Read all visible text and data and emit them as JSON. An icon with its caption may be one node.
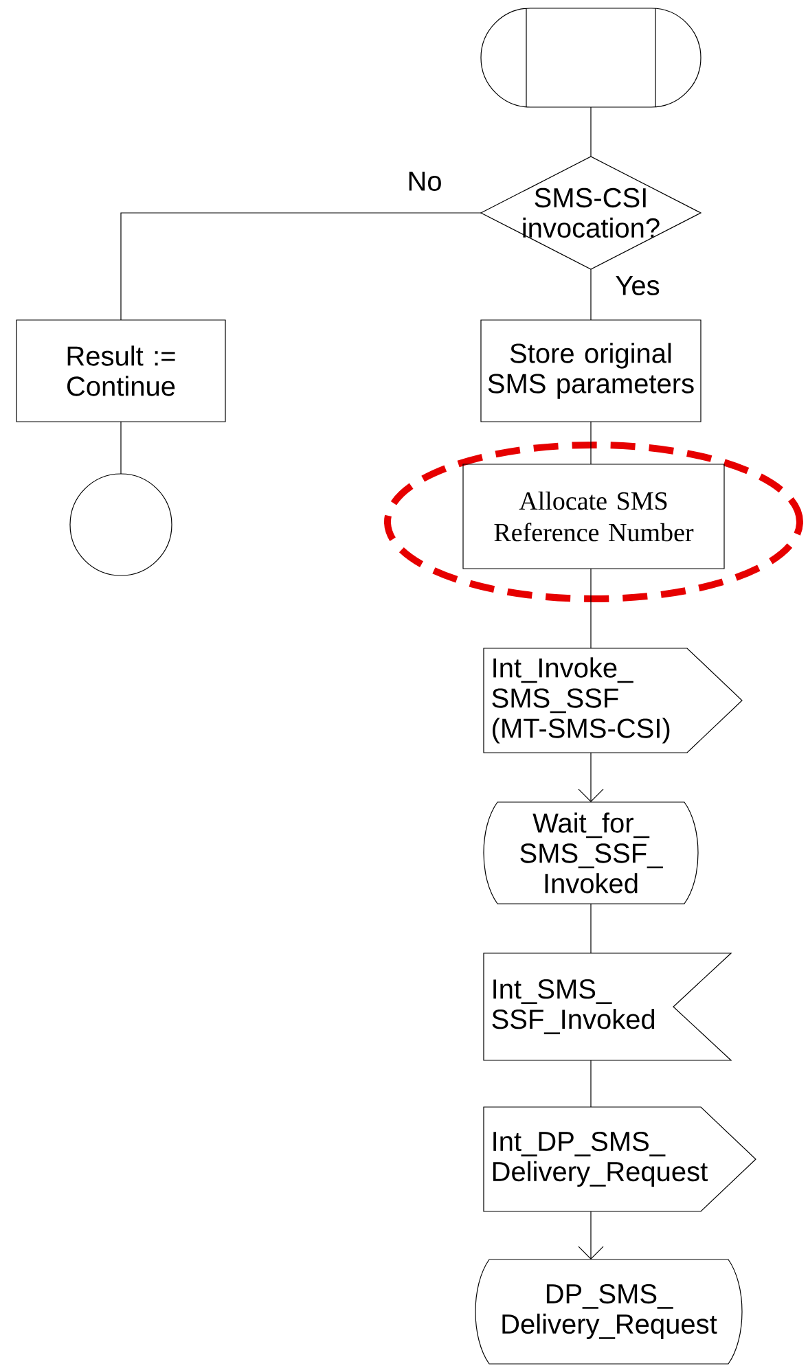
{
  "diagram": {
    "nodes": [
      {
        "text": [],
        "shape": "terminal"
      },
      {
        "text": [
          "SMS-CSI invocation?"
        ]
      },
      {
        "text": [
          "Result := Continue"
        ]
      },
      {
        "text": [],
        "shape": "circle"
      },
      {
        "text": [
          "Store original SMS parameters"
        ]
      },
      {
        "text": [
          "Allocate SMS Reference Number"
        ]
      },
      {
        "text": [
          "Int_Invoke_ SMS_SSF (MT-SMS-CSI)"
        ]
      },
      {
        "text": [
          "Wait_for_ SMS_SSF_ Invoked"
        ]
      },
      {
        "text": [
          "Int_SMS_ SSF_Invoked"
        ]
      },
      {
        "text": [
          "Int_DP_SMS_ Delivery_Request"
        ]
      },
      {
        "text": [
          "DP_SMS_ Delivery_Request"
        ]
      }
    ],
    "edges": [
      {
        "from": 0,
        "to": 1,
        "arrow": "none"
      },
      {
        "from": 1,
        "to": 2,
        "arrow": "none",
        "label": "No"
      },
      {
        "from": 2,
        "to": 3,
        "arrow": "none"
      },
      {
        "from": 1,
        "to": 4,
        "arrow": "none",
        "label": "Yes"
      },
      {
        "from": 4,
        "to": 5,
        "arrow": "none"
      },
      {
        "from": 5,
        "to": 6,
        "arrow": "none"
      },
      {
        "from": 6,
        "to": 7,
        "arrow": "to"
      },
      {
        "from": 7,
        "to": 8,
        "arrow": "none"
      },
      {
        "from": 8,
        "to": 9,
        "arrow": "none"
      },
      {
        "from": 9,
        "to": 10,
        "arrow": "to"
      }
    ]
  }
}
